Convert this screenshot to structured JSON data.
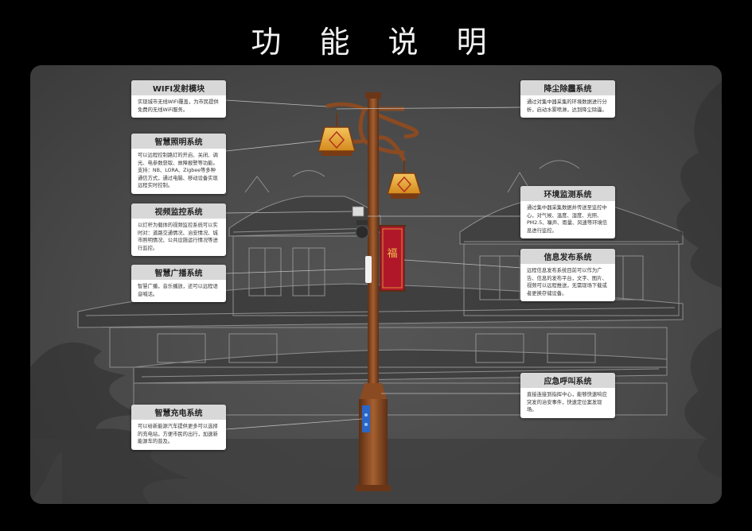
{
  "title": "功 能 说 明",
  "cards": {
    "wifi": {
      "title": "WIFI发射模块",
      "body": "实现城市无线WIFI覆盖，为市民提供免费的无线WiFi服务。"
    },
    "lighting": {
      "title": "智慧照明系统",
      "body": "可以远程控制路灯的开启、关闭、调光、电参数获取、故障报警等功能。支持：NB、LORA、Zigbee等多种通信方式，通过电脑、移动设备实现远程实时控制。"
    },
    "video": {
      "title": "视频监控系统",
      "body": "以灯杆为载体的视频监控系统可以实时对：道路交通情况、治安情况、城市照明情况、公共设施运行情况等进行监控。"
    },
    "broadcast": {
      "title": "智慧广播系统",
      "body": "智慧广播，音乐播放，还可以远程语音喊话。"
    },
    "charging": {
      "title": "智慧充电系统",
      "body": "可以给新能源汽车提供更多可以选择的充电站，方便市民的出行，加速新能源车的普及。"
    },
    "dust": {
      "title": "降尘除霾系统",
      "body": "通过对集中器采集的环境数据进行分析，启动水雾喷淋，达到降尘除霾。"
    },
    "env": {
      "title": "环境监测系统",
      "body": "通过集中器采集数据并传送至监控中心，对气候、温度、湿度、光照、PM2.5、噪声、雨量、风速等环境信息进行监控。"
    },
    "info": {
      "title": "信息发布系统",
      "body": "远程信息发布系统目前可以作为广告、信息的发布平台，文字、图片、视频可以远程推送，无需现场下载或者更换存储设备。"
    },
    "emergency": {
      "title": "应急呼叫系统",
      "body": "直接连接到指挥中心，能够快速响应突发的治安事件，快速定位案发现场。"
    }
  },
  "banner_text": "福",
  "colors": {
    "pole": "#8a4a22",
    "lantern": "#e7a93b",
    "banner": "#b0182a",
    "panel": "#4a4a4a"
  }
}
